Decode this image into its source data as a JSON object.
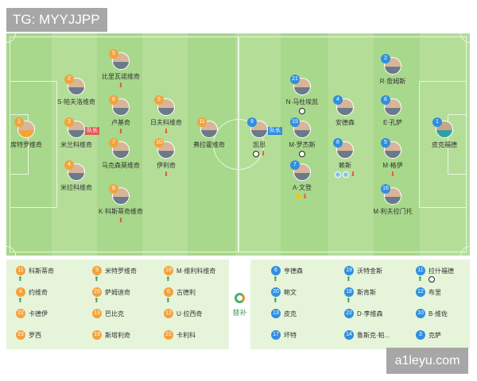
{
  "tag": "TG: MYYJJPP",
  "watermark": "a1leyu.com",
  "colors": {
    "pitch": "#a8d88b",
    "pitch_stripe": "#b4de98",
    "home_number": "#f4a23a",
    "away_number": "#2f8fe0",
    "captain_badge_home": "#e15a57",
    "captain_badge_away": "#2f8fe0",
    "sub_off_arrow": "#e35b32",
    "sub_on_arrow": "#3aa055",
    "bench_panel": "#e6f4da"
  },
  "icons": {
    "sub_off": "red-down-arrow-icon",
    "sub_on": "green-up-arrow-icon",
    "goal": "football-icon",
    "yellow_card": "yellow-card-icon",
    "assist": "assist-icon",
    "substitution": "substitution-swap-icon"
  },
  "home_lineup": [
    {
      "number": "1",
      "name": "席特罗维奇",
      "captain": "",
      "markers": []
    },
    {
      "number": "2",
      "name": "S·帕夫洛维奇",
      "captain": "",
      "markers": []
    },
    {
      "number": "3",
      "name": "米兰科维奇",
      "captain": "队长",
      "markers": []
    },
    {
      "number": "4",
      "name": "米拉科维奇",
      "captain": "",
      "markers": []
    },
    {
      "number": "5",
      "name": "比里瓦诺维奇",
      "captain": "",
      "markers": [
        "out"
      ]
    },
    {
      "number": "6",
      "name": "卢基奇",
      "captain": "",
      "markers": [
        "out"
      ]
    },
    {
      "number": "7",
      "name": "马克森莫维奇",
      "captain": "",
      "markers": []
    },
    {
      "number": "8",
      "name": "K·科斯蒂奇维奇",
      "captain": "",
      "markers": [
        "out"
      ]
    },
    {
      "number": "9",
      "name": "日夫科维奇",
      "captain": "",
      "markers": [
        "out"
      ]
    },
    {
      "number": "10",
      "name": "伊利奇",
      "captain": "",
      "markers": [
        "out"
      ]
    },
    {
      "number": "11",
      "name": "弗拉霍维奇",
      "captain": "",
      "markers": []
    }
  ],
  "away_lineup": [
    {
      "number": "9",
      "name": "凯恩",
      "captain": "队长",
      "markers": [
        "goal",
        "out"
      ]
    },
    {
      "number": "21",
      "name": "N·马杜埃凯",
      "captain": "",
      "markers": [
        "goal"
      ]
    },
    {
      "number": "15",
      "name": "M·罗杰斯",
      "captain": "",
      "markers": [
        "goal"
      ]
    },
    {
      "number": "7",
      "name": "A·文登",
      "captain": "",
      "markers": [
        "yellow",
        "out"
      ]
    },
    {
      "number": "4",
      "name": "安德森",
      "captain": "",
      "markers": []
    },
    {
      "number": "8",
      "name": "赖斯",
      "captain": "",
      "markers": [
        "assist",
        "assist",
        "out"
      ]
    },
    {
      "number": "2",
      "name": "R·詹姆斯",
      "captain": "",
      "markers": []
    },
    {
      "number": "6",
      "name": "E·孔萨",
      "captain": "",
      "markers": []
    },
    {
      "number": "5",
      "name": "M·格伊",
      "captain": "",
      "markers": [
        "out"
      ]
    },
    {
      "number": "16",
      "name": "M·利夫拉门托",
      "captain": "",
      "markers": []
    },
    {
      "number": "1",
      "name": "皮克福德",
      "captain": "",
      "markers": []
    }
  ],
  "home_subs": [
    {
      "number": "11",
      "name": "科斯蒂奇",
      "subbed_in": true
    },
    {
      "number": "9",
      "name": "米特罗维奇",
      "subbed_in": true
    },
    {
      "number": "18",
      "name": "M·维利科维奇",
      "subbed_in": true
    },
    {
      "number": "4",
      "name": "约维奇",
      "subbed_in": true
    },
    {
      "number": "20",
      "name": "萨姆迪奇",
      "subbed_in": true
    },
    {
      "number": "6",
      "name": "古德利",
      "subbed_in": true
    },
    {
      "number": "22",
      "name": "卡德伊",
      "subbed_in": false
    },
    {
      "number": "13",
      "name": "巴比克",
      "subbed_in": false
    },
    {
      "number": "12",
      "name": "U·拉西奇",
      "subbed_in": false
    },
    {
      "number": "23",
      "name": "罗西",
      "subbed_in": false
    },
    {
      "number": "19",
      "name": "斯塔利奇",
      "subbed_in": false
    },
    {
      "number": "21",
      "name": "卡利科",
      "subbed_in": false
    }
  ],
  "away_subs": [
    {
      "number": "6",
      "name": "亨德森",
      "subbed_in": true,
      "goal": false
    },
    {
      "number": "19",
      "name": "沃特金斯",
      "subbed_in": true,
      "goal": false
    },
    {
      "number": "11",
      "name": "拉什福德",
      "subbed_in": true,
      "goal": true
    },
    {
      "number": "20",
      "name": "鲍文",
      "subbed_in": true,
      "goal": false
    },
    {
      "number": "18",
      "name": "斯肯斯",
      "subbed_in": true,
      "goal": false
    },
    {
      "number": "12",
      "name": "布里",
      "subbed_in": false,
      "goal": false
    },
    {
      "number": "13",
      "name": "皮克",
      "subbed_in": false,
      "goal": false
    },
    {
      "number": "22",
      "name": "D·李维森",
      "subbed_in": false,
      "goal": false
    },
    {
      "number": "10",
      "name": "B·维佐",
      "subbed_in": false,
      "goal": false
    },
    {
      "number": "17",
      "name": "坏特",
      "subbed_in": false,
      "goal": false
    },
    {
      "number": "14",
      "name": "鲁斯克·帕...",
      "subbed_in": false,
      "goal": false
    },
    {
      "number": "3",
      "name": "克萨",
      "subbed_in": false,
      "goal": false
    }
  ],
  "sub_label": "替补"
}
